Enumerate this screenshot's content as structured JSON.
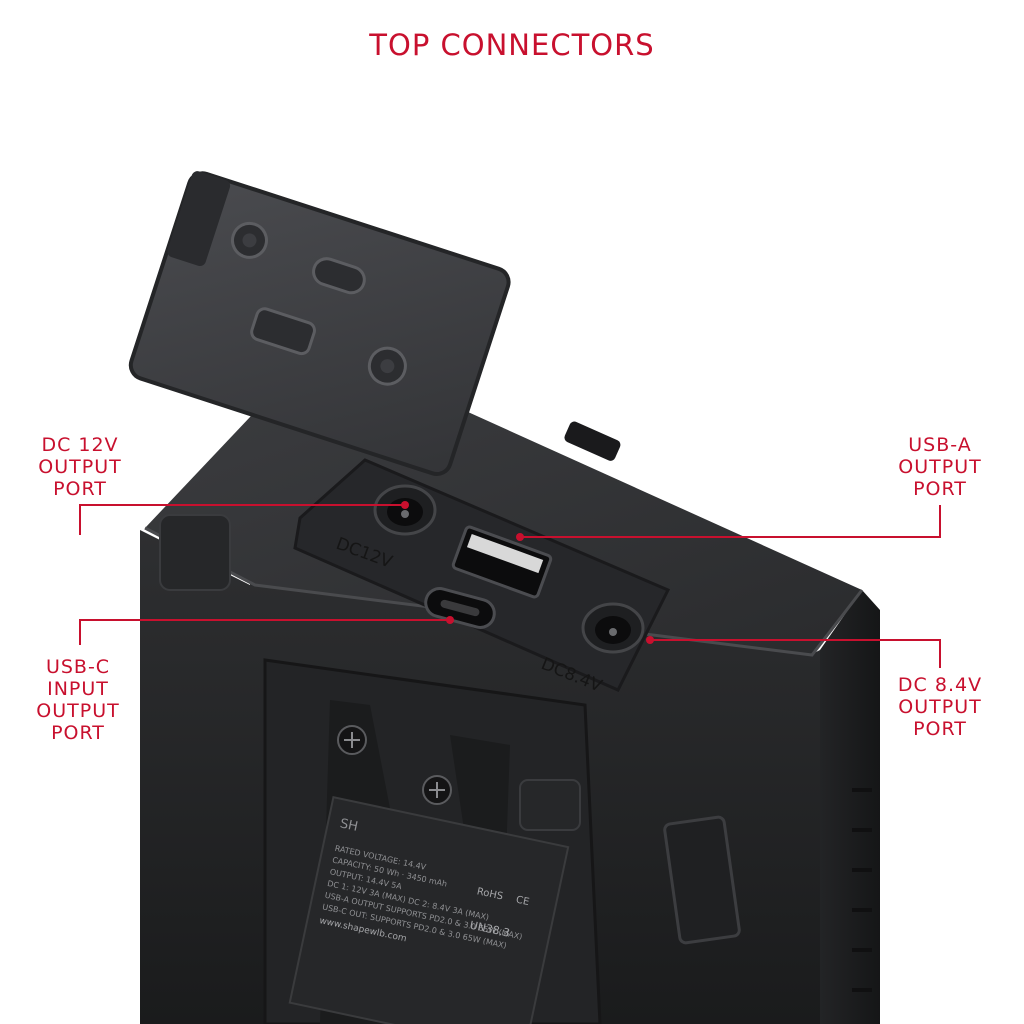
{
  "title": "TOP CONNECTORS",
  "callouts": {
    "dc12v": [
      "DC 12V",
      "OUTPUT",
      "PORT"
    ],
    "usba": [
      "USB-A",
      "OUTPUT",
      "PORT"
    ],
    "usbc": [
      "USB-C",
      "INPUT",
      "OUTPUT",
      "PORT"
    ],
    "dc84v": [
      "DC 8.4V",
      "OUTPUT",
      "PORT"
    ]
  },
  "port_markings": {
    "dc12v": "DC12V",
    "dc84v": "DC8.4V"
  },
  "brand_logo": "SH",
  "spec_label": {
    "lines": [
      "RATED VOLTAGE: 14.4V",
      "CAPACITY: 50 Wh · 3450 mAh",
      "OUTPUT: 14.4V 5A",
      "DC 1: 12V 3A (MAX) DC 2: 8.4V 3A (MAX)",
      "USB-A OUTPUT SUPPORTS PD2.0 & 3.0 65W (MAX)",
      "USB-C OUT: SUPPORTS PD2.0 & 3.0 65W (MAX)",
      "www.shapewlb.com"
    ],
    "certs": [
      "RoHS",
      "CE",
      "UN38.3"
    ]
  },
  "colors": {
    "accent": "#c8102e",
    "body": "#2b2c2e",
    "body_dark": "#1c1d1f",
    "cap": "#3a3b3e"
  }
}
